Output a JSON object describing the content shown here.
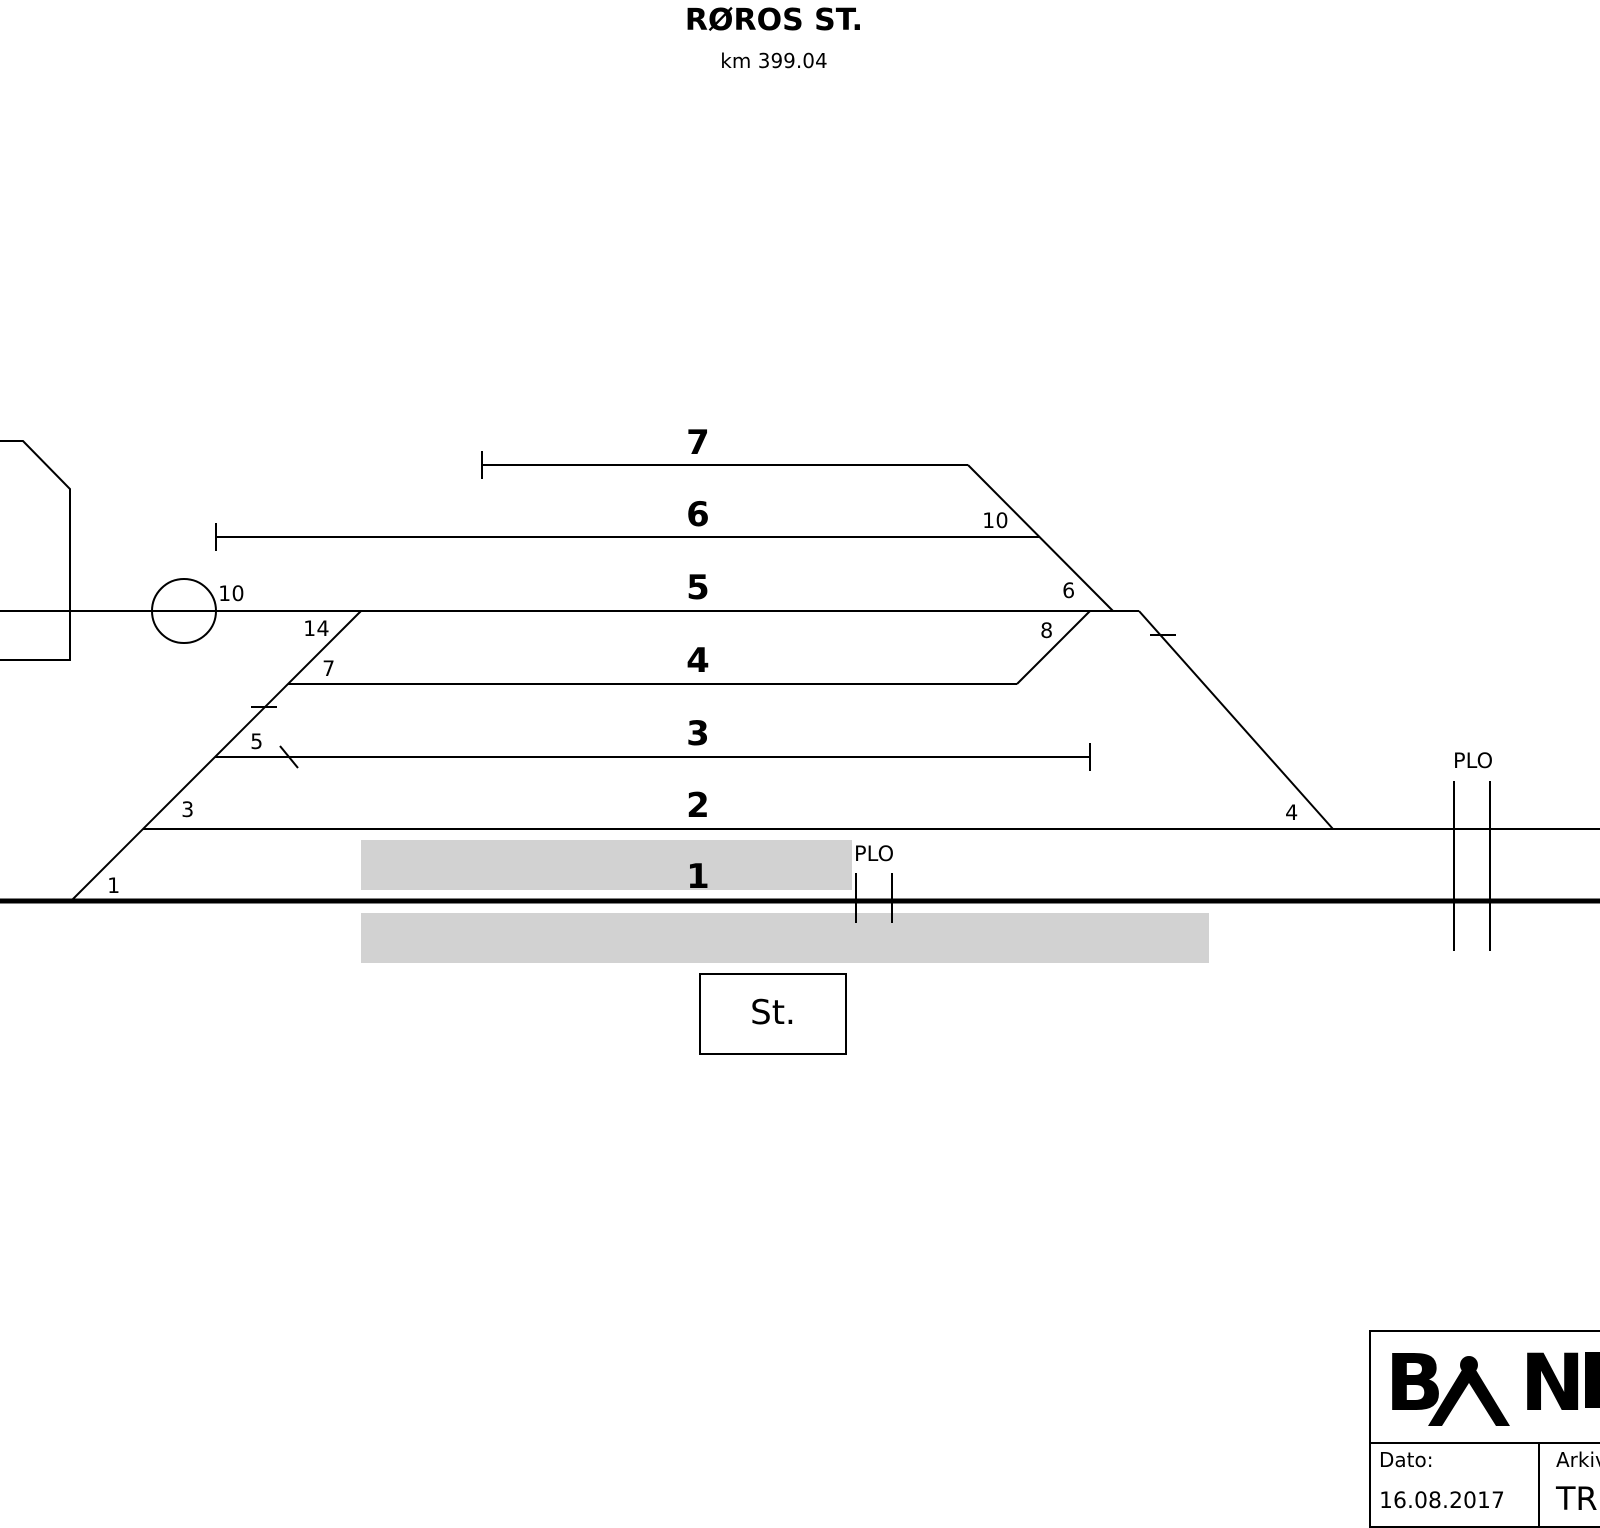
{
  "header": {
    "title": "RØROS ST.",
    "subtitle": "km 399.04"
  },
  "tracks": [
    {
      "number": "7"
    },
    {
      "number": "6"
    },
    {
      "number": "5"
    },
    {
      "number": "4"
    },
    {
      "number": "3"
    },
    {
      "number": "2"
    },
    {
      "number": "1"
    }
  ],
  "switches": {
    "sw_1": "1",
    "sw_3": "3",
    "sw_5": "5",
    "sw_7": "7",
    "sw_14": "14",
    "sw_10_left": "10",
    "sw_10_right": "10",
    "sw_6": "6",
    "sw_8": "8",
    "sw_4": "4"
  },
  "labels": {
    "plo_platform": "PLO",
    "plo_right": "PLO",
    "station_box": "St."
  },
  "title_block": {
    "logo_text": "BANE NOR",
    "date_label": "Dato:",
    "date_value": "16.08.2017",
    "archive_label": "Arkiv",
    "archive_value": "TR"
  }
}
